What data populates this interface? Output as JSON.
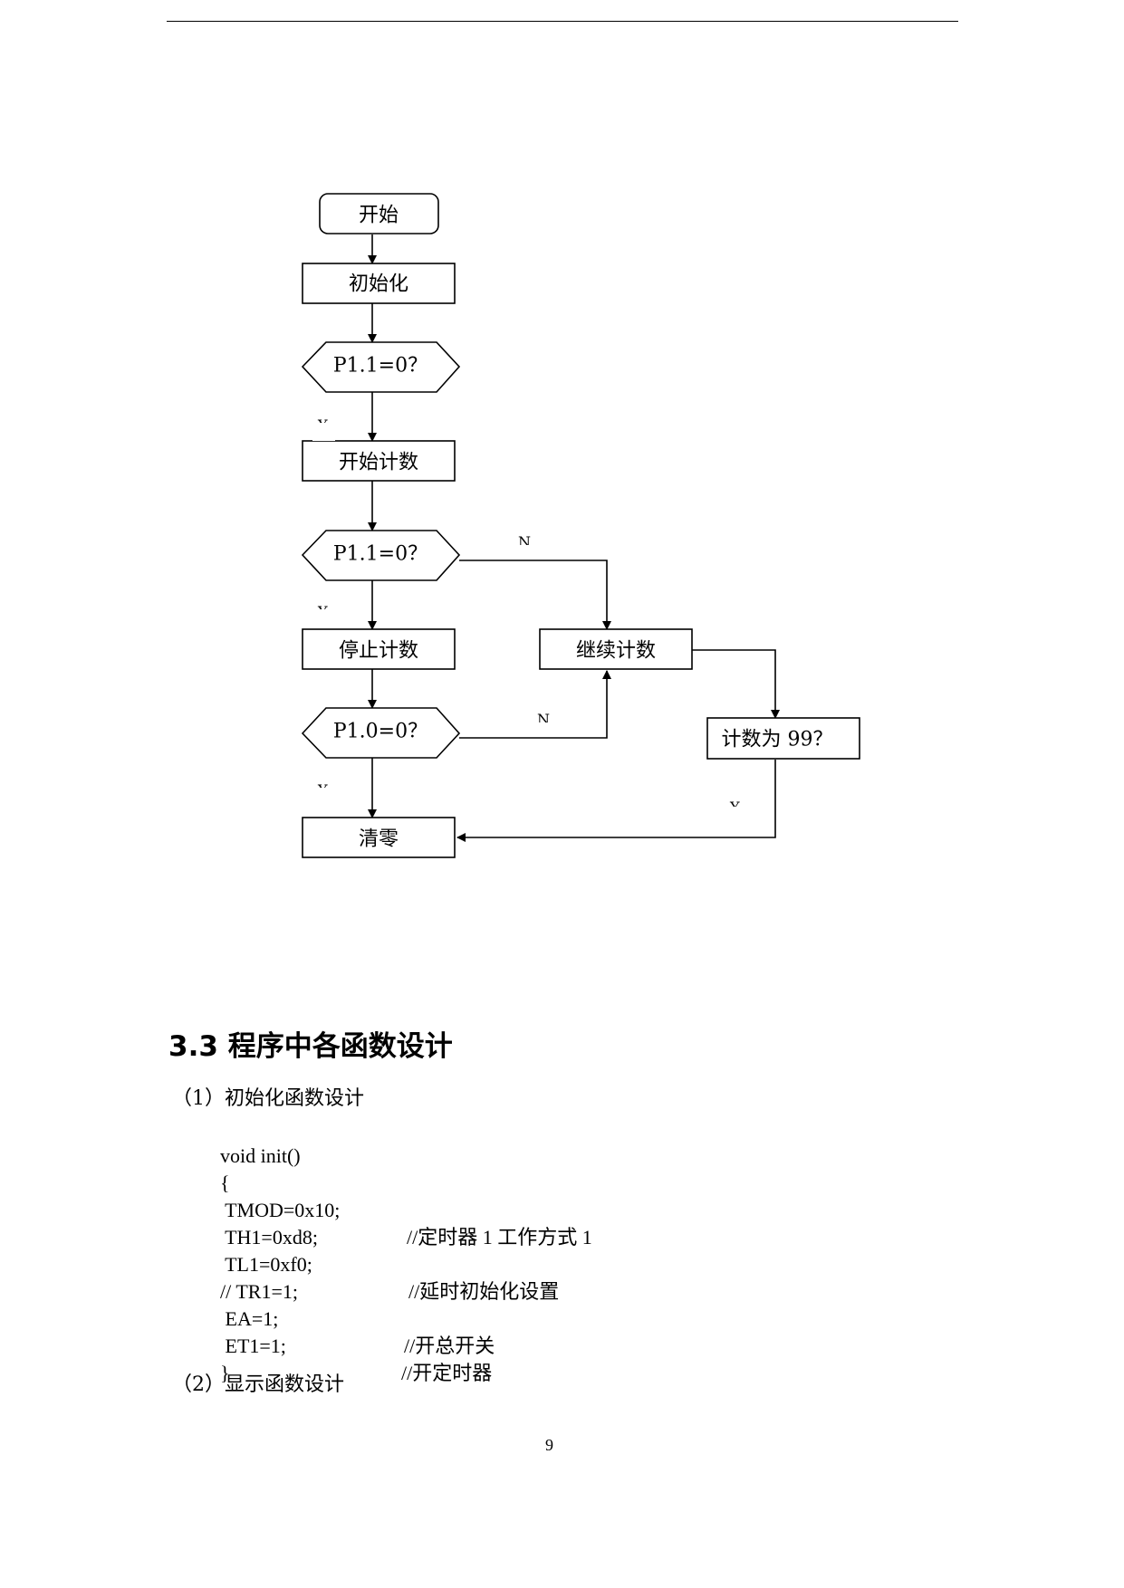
{
  "flowchart": {
    "nodes": {
      "start": "开始",
      "init": "初始化",
      "check_p11_first": "P1.1=0？",
      "begin_count": "开始计数",
      "check_p11_second": "P1.1=0？",
      "stop_count": "停止计数",
      "continue_count": "继续计数",
      "check_p10": "P1.0=0？",
      "count_99": "计数为 99？",
      "clear": "清零"
    },
    "edge_labels": {
      "yes": "Y",
      "no": "N"
    }
  },
  "section": {
    "title": "3.3 程序中各函数设计"
  },
  "items": {
    "init_design": "（1）初始化函数设计",
    "display_design": "（2）显示函数设计"
  },
  "code": {
    "lines": [
      {
        "stmt": "void init()",
        "comment": ""
      },
      {
        "stmt": "{",
        "comment": ""
      },
      {
        "stmt": " TMOD=0x10;",
        "comment": "//定时器 1 工作方式 1"
      },
      {
        "stmt": " TH1=0xd8;",
        "comment": ""
      },
      {
        "stmt": " TL1=0xf0;",
        "comment": "//延时初始化设置"
      },
      {
        "stmt": "// TR1=1;",
        "comment": ""
      },
      {
        "stmt": " EA=1;",
        "comment": "//开总开关"
      },
      {
        "stmt": " ET1=1;",
        "comment": "//开定时器"
      },
      {
        "stmt": "}",
        "comment": ""
      }
    ]
  },
  "footer": {
    "page_number": "9"
  }
}
